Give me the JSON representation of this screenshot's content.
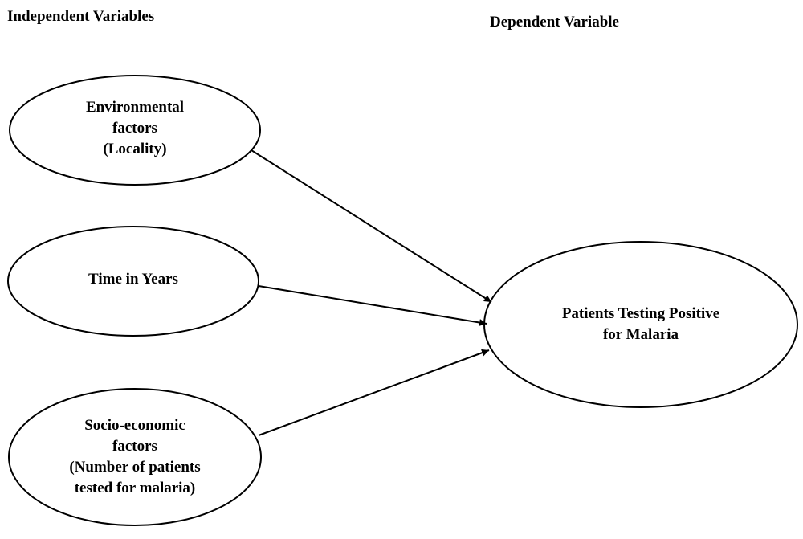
{
  "headings": {
    "independent": "Independent Variables",
    "dependent": "Dependent Variable"
  },
  "nodes": {
    "environmental": {
      "lines": [
        "Environmental",
        "factors",
        "(Locality)"
      ]
    },
    "time": {
      "lines": [
        "Time in Years"
      ]
    },
    "socio": {
      "lines": [
        "Socio-economic",
        "factors",
        "(Number of patients",
        "tested for malaria)"
      ]
    },
    "outcome": {
      "lines": [
        "Patients Testing Positive",
        "for Malaria"
      ]
    }
  },
  "edges": [
    {
      "from": "environmental",
      "to": "outcome"
    },
    {
      "from": "time",
      "to": "outcome"
    },
    {
      "from": "socio",
      "to": "outcome"
    }
  ]
}
